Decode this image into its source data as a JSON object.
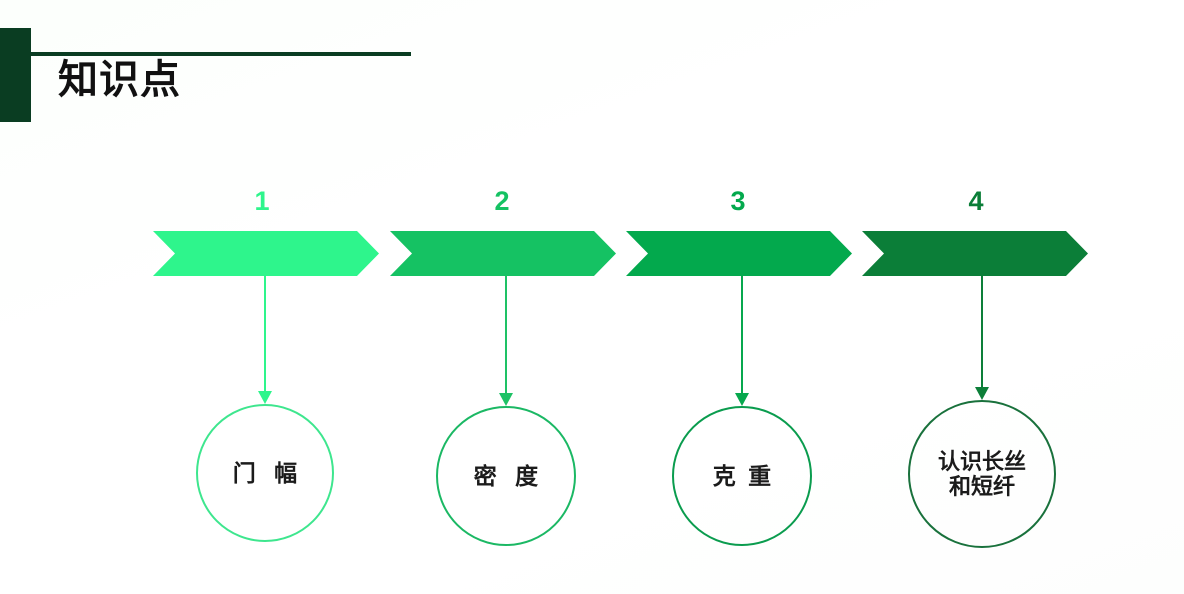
{
  "slide": {
    "title": "知识点",
    "background_color": "#ffffff",
    "accent_dark": "#0a3d22"
  },
  "steps": [
    {
      "number": "1",
      "number_color": "#2ef58c",
      "chevron_color": "#2ef58c",
      "circle_border_color": "#3ee68e",
      "connector_color": "#2ef58c",
      "label": "门 幅"
    },
    {
      "number": "2",
      "number_color": "#15c263",
      "chevron_color": "#15c263",
      "circle_border_color": "#1bb864",
      "connector_color": "#1ec266",
      "label": "密 度"
    },
    {
      "number": "3",
      "number_color": "#03a94d",
      "chevron_color": "#03a94d",
      "circle_border_color": "#0a9c4e",
      "connector_color": "#07a84e",
      "label": "克 重"
    },
    {
      "number": "4",
      "number_color": "#0b7e38",
      "chevron_color": "#0b7e38",
      "circle_border_color": "#19713c",
      "connector_color": "#0d7f39",
      "label": "认识长丝\n和短纤"
    }
  ]
}
